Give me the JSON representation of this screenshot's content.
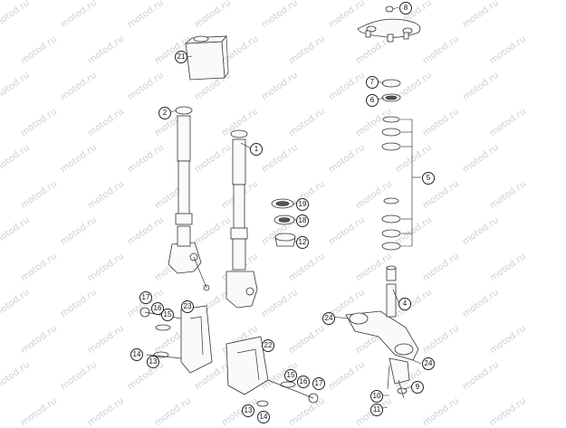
{
  "watermark": {
    "text": "motod.ru"
  },
  "callouts": [
    {
      "id": "c8",
      "label": "8"
    },
    {
      "id": "c21",
      "label": "21"
    },
    {
      "id": "c7",
      "label": "7"
    },
    {
      "id": "c6",
      "label": "6"
    },
    {
      "id": "c2",
      "label": "2"
    },
    {
      "id": "c1",
      "label": "1"
    },
    {
      "id": "c5",
      "label": "5"
    },
    {
      "id": "c19",
      "label": "19"
    },
    {
      "id": "c18",
      "label": "18"
    },
    {
      "id": "c12",
      "label": "12"
    },
    {
      "id": "c4",
      "label": "4"
    },
    {
      "id": "c17a",
      "label": "17"
    },
    {
      "id": "c16a",
      "label": "16"
    },
    {
      "id": "c15a",
      "label": "15"
    },
    {
      "id": "c23",
      "label": "23"
    },
    {
      "id": "c14a",
      "label": "14"
    },
    {
      "id": "c13a",
      "label": "13"
    },
    {
      "id": "c24a",
      "label": "24"
    },
    {
      "id": "c22",
      "label": "22"
    },
    {
      "id": "c24b",
      "label": "24"
    },
    {
      "id": "c9",
      "label": "9"
    },
    {
      "id": "c10",
      "label": "10"
    },
    {
      "id": "c11",
      "label": "11"
    },
    {
      "id": "c15b",
      "label": "15"
    },
    {
      "id": "c16b",
      "label": "16"
    },
    {
      "id": "c17b",
      "label": "17"
    },
    {
      "id": "c13b",
      "label": "13"
    },
    {
      "id": "c14b",
      "label": "14"
    }
  ]
}
